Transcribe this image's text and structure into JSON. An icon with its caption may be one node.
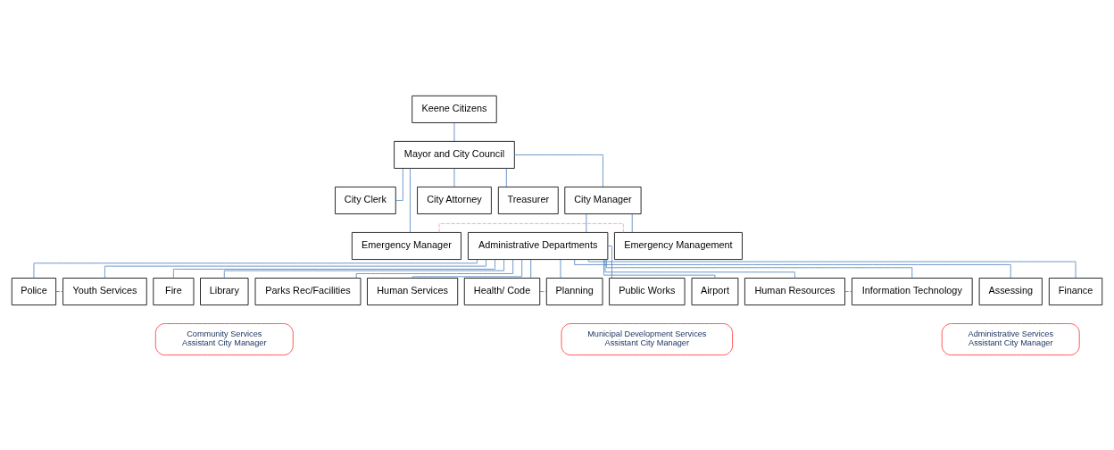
{
  "diagram": {
    "nodes": [
      {
        "text": [
          "Keene Citizens"
        ]
      },
      {
        "text": [
          "Mayor and City Council"
        ]
      },
      {
        "text": [
          "City Clerk"
        ]
      },
      {
        "text": [
          "City Manager"
        ]
      },
      {
        "text": [
          "City Attorney"
        ]
      },
      {
        "text": [
          "Treasurer"
        ]
      },
      {
        "text": [
          "Emergency Manager"
        ]
      },
      {
        "text": [
          "Emergency Management"
        ]
      },
      {
        "text": [
          "Administrative Departments"
        ]
      },
      {
        "text": [
          "Police"
        ]
      },
      {
        "text": [
          "Fire"
        ]
      },
      {
        "text": [
          "Library"
        ]
      },
      {
        "text": [
          "Parks Rec/Facilities"
        ]
      },
      {
        "text": [
          "Human Services"
        ]
      },
      {
        "text": [
          "Youth Services"
        ]
      },
      {
        "text": [
          "Health/ Code"
        ]
      },
      {
        "text": [
          "Public Works"
        ]
      },
      {
        "text": [
          "Airport"
        ]
      },
      {
        "text": [
          "Planning"
        ]
      },
      {
        "text": [
          "Human Resources"
        ]
      },
      {
        "text": [
          "Assessing"
        ]
      },
      {
        "text": [
          "Finance"
        ]
      },
      {
        "text": [
          "Information Technology"
        ]
      },
      {
        "text": [
          "Community Services",
          "Assistant City Manager"
        ]
      },
      {
        "text": [
          "Municipal Development Services",
          "Assistant City Manager"
        ]
      },
      {
        "text": [
          "Administrative Services",
          "Assistant City Manager"
        ]
      }
    ],
    "edges": [
      {
        "from": 0,
        "to": 1,
        "arrow": "none"
      },
      {
        "from": 1,
        "to": 6,
        "arrow": "none"
      },
      {
        "from": 1,
        "to": 2,
        "arrow": "none"
      },
      {
        "from": 1,
        "to": 3,
        "arrow": "none"
      },
      {
        "from": 1,
        "to": 4,
        "arrow": "none"
      },
      {
        "from": 1,
        "to": 5,
        "arrow": "none"
      },
      {
        "from": 6,
        "to": 7,
        "arrow": "none",
        "style": "dashed",
        "color": "#ff9999"
      },
      {
        "from": 3,
        "to": 7,
        "arrow": "none"
      },
      {
        "from": 3,
        "to": 8,
        "arrow": "none"
      },
      {
        "from": 8,
        "to": 9,
        "arrow": "none"
      },
      {
        "from": 8,
        "to": 10,
        "arrow": "none"
      },
      {
        "from": 8,
        "to": 11,
        "arrow": "none"
      },
      {
        "from": 8,
        "to": 12,
        "arrow": "none"
      },
      {
        "from": 8,
        "to": 13,
        "arrow": "none"
      },
      {
        "from": 8,
        "to": 14,
        "arrow": "none"
      },
      {
        "from": 8,
        "to": 15,
        "arrow": "none"
      },
      {
        "from": 8,
        "to": 16,
        "arrow": "none"
      },
      {
        "from": 8,
        "to": 17,
        "arrow": "none"
      },
      {
        "from": 8,
        "to": 18,
        "arrow": "none"
      },
      {
        "from": 8,
        "to": 19,
        "arrow": "none"
      },
      {
        "from": 8,
        "to": 20,
        "arrow": "none"
      },
      {
        "from": 8,
        "to": 21,
        "arrow": "none"
      },
      {
        "from": 8,
        "to": 22,
        "arrow": "none"
      },
      {
        "from": 9,
        "to": 14,
        "arrow": "none",
        "style": "dashed"
      },
      {
        "from": 15,
        "to": 18,
        "arrow": "none",
        "style": "dashed"
      },
      {
        "from": 19,
        "to": 22,
        "arrow": "none",
        "style": "dashed"
      }
    ]
  }
}
